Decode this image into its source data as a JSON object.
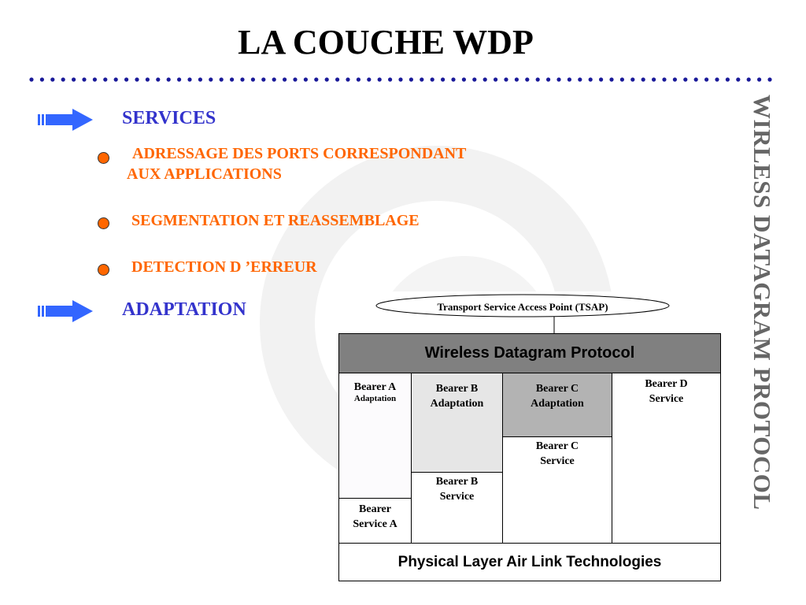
{
  "slide": {
    "title": "LA COUCHE WDP",
    "side_title": "WIRLESS DATAGRAM PROTOCOL",
    "sections": [
      {
        "label": "SERVICES"
      },
      {
        "label": "ADAPTATION"
      }
    ],
    "bullets": [
      {
        "line1": "ADRESSAGE DES PORTS CORRESPONDANT",
        "line2": "AUX APPLICATIONS"
      },
      {
        "line1": "SEGMENTATION ET REASSEMBLAGE"
      },
      {
        "line1": "DETECTION D ’ERREUR"
      }
    ]
  },
  "diagram": {
    "tsap": "Transport Service Access Point (TSAP)",
    "wdp": "Wireless Datagram Protocol",
    "physical": "Physical Layer Air Link Technologies",
    "bearer_a_adaptation": {
      "line1": "Bearer A",
      "line2": "Adaptation"
    },
    "bearer_a_service": {
      "line1": "Bearer",
      "line2": "Service A"
    },
    "bearer_b_adaptation": {
      "line1": "Bearer B",
      "line2": "Adaptation"
    },
    "bearer_b_service": {
      "line1": "Bearer B",
      "line2": "Service"
    },
    "bearer_c_adaptation": {
      "line1": "Bearer C",
      "line2": "Adaptation"
    },
    "bearer_c_service": {
      "line1": "Bearer C",
      "line2": "Service"
    },
    "bearer_d_service": {
      "line1": "Bearer D",
      "line2": "Service"
    }
  },
  "colors": {
    "section": "#3333cc",
    "bullet": "#ff6600",
    "arrow": "#3366ff",
    "wdp_bar": "#808080",
    "bearer_b_adaptation_fill": "#e6e6e6",
    "bearer_c_adaptation_fill": "#b3b3b3"
  }
}
